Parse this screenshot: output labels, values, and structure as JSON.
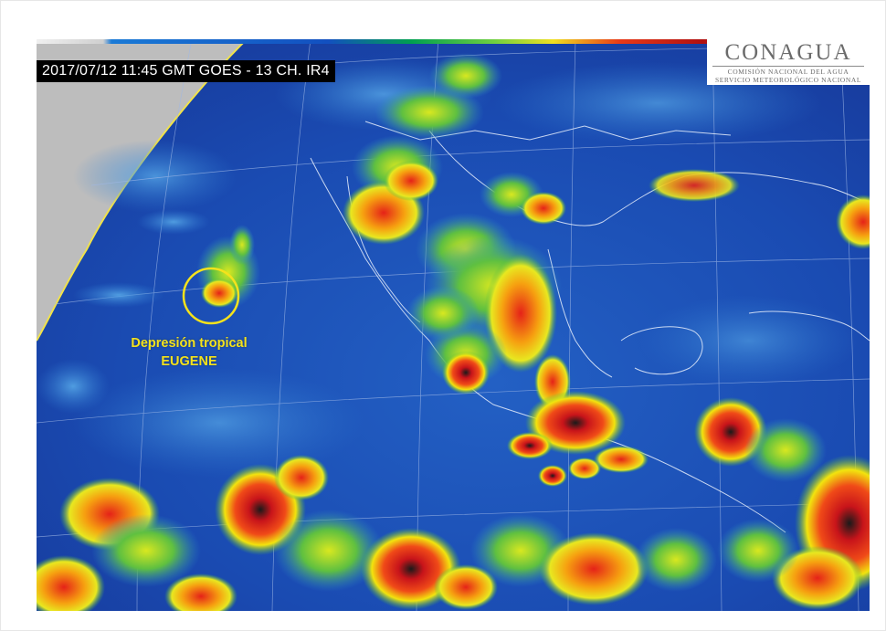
{
  "image": {
    "timestamp_label": "2017/07/12 11:45 GMT GOES - 13 CH. IR4",
    "logo": {
      "name": "CONAGUA",
      "line1": "COMISIÓN NACIONAL DEL AGUA",
      "line2": "SERVICIO METEOROLÓGICO NACIONAL"
    },
    "annotation": {
      "line1": "Depresión tropical",
      "line2": "EUGENE",
      "color": "#f4e21c"
    }
  },
  "colors": {
    "ocean_blue": "#1b4fb0",
    "cloud_yellow": "#f2e40e",
    "cloud_red": "#e8231a",
    "space_gray": "#bdbdbd"
  }
}
